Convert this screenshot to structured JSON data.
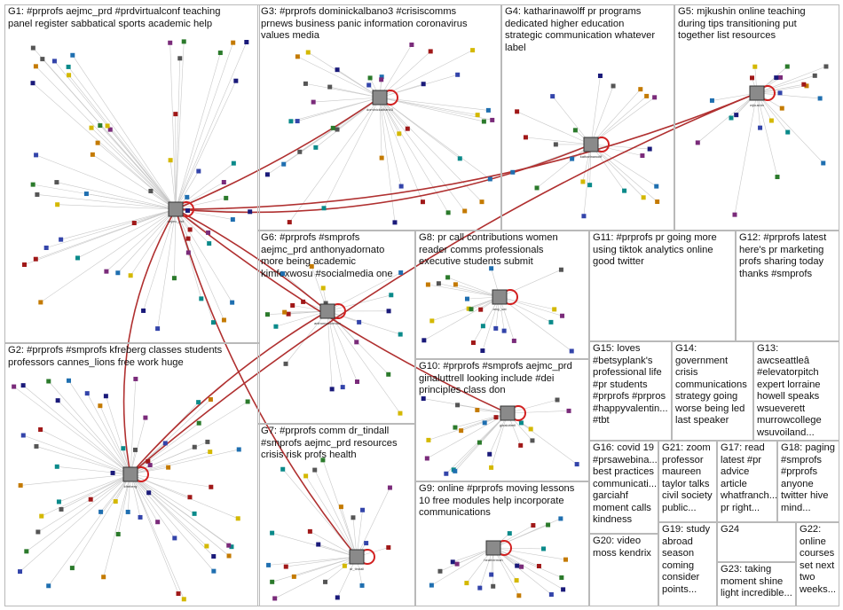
{
  "groups": [
    {
      "id": "g1",
      "label": "G1: #prprofs aejmc_prd #prdvirtualconf teaching\npanel register sabbatical sports academic help"
    },
    {
      "id": "g2",
      "label": "G2: #prprofs #smprofs kfreberg classes students\nprofessors cannes_lions free work huge"
    },
    {
      "id": "g3",
      "label": "G3: #prprofs dominickalbano3 #crisiscomms\nprnews business panic information coronavirus\nvalues media"
    },
    {
      "id": "g4",
      "label": "G4: katharinawolff pr programs\ndedicated higher education\nstrategic communication whatever\nlabel"
    },
    {
      "id": "g5",
      "label": "G5: mjkushin online teaching\nduring tips transitioning put\ntogether list resources"
    },
    {
      "id": "g6",
      "label": "G6: #prprofs #smprofs\naejmc_prd anthonyadornato\nmore being academic\nkimfoxwosu #socialmedia one"
    },
    {
      "id": "g7",
      "label": "G7: #prprofs comm dr_tindall\n#smprofs aejmc_prd resources\ncrisis risk profs health"
    },
    {
      "id": "g8",
      "label": "G8: pr call contributions women\nreader comms professionals\nexecutive students submit"
    },
    {
      "id": "g9",
      "label": "G9: online #prprofs moving lessons\n10 free modules help incorporate\ncommunications"
    },
    {
      "id": "g10",
      "label": "G10: #prprofs #smprofs aejmc_prd\nginaluttrell looking include #dei\nprinciples class don"
    },
    {
      "id": "g11",
      "label": "G11: #prprofs pr going more\nusing tiktok analytics online\ngood twitter"
    },
    {
      "id": "g12",
      "label": "G12: #prprofs latest\nhere's pr marketing\nprofs sharing today\nthanks #smprofs"
    },
    {
      "id": "g13",
      "label": "G13:\nawcseattleâ\n#elevatorpitch\nexpert lorraine\nhowell speaks\nwsueverett\nmurrowcollege\nwsuvoiland..."
    },
    {
      "id": "g14",
      "label": "G14:\ngovernment\ncrisis\ncommunications\nstrategy going\nworse being led\nlast speaker"
    },
    {
      "id": "g15",
      "label": "G15: loves\n#betsyplank's\nprofessional life\n#pr students\n#prprofs #prpros\n#happyvalentin...\n#tbt"
    },
    {
      "id": "g16",
      "label": "G16: covid 19\n#prsawebina...\nbest practices\ncommunicati...\ngarciahf\nmoment calls\nkindness"
    },
    {
      "id": "g17",
      "label": "G17: read\nlatest #pr\nadvice\narticle\nwhatfranch...\npr right..."
    },
    {
      "id": "g18",
      "label": "G18: paging\n#smprofs\n#prprofs\nanyone\ntwitter hive\nmind..."
    },
    {
      "id": "g19",
      "label": "G19: study\nabroad\nseason\ncoming\nconsider\npoints..."
    },
    {
      "id": "g20",
      "label": "G20: video\nmoss kendrix"
    },
    {
      "id": "g21",
      "label": "G21: zoom\nprofessor\nmaureen\ntaylor talks\ncivil society\npublic..."
    },
    {
      "id": "g22",
      "label": "G22:\nonline\ncourses\nset next\ntwo\nweeks..."
    },
    {
      "id": "g23",
      "label": "G23: taking\nmoment shine\nlight incredible..."
    },
    {
      "id": "g24",
      "label": "G24"
    }
  ],
  "nodes": [
    {
      "label": "aejmc_prd",
      "group": "g1"
    },
    {
      "label": "dominickalbano3",
      "group": "g3"
    },
    {
      "label": "katharinawolff",
      "group": "g4"
    },
    {
      "label": "mjkushin",
      "group": "g5"
    },
    {
      "label": "kfreberg",
      "group": "g2"
    },
    {
      "label": "anthonyadornato",
      "group": "g6"
    },
    {
      "label": "dr_tindall",
      "group": "g7"
    },
    {
      "label": "ginaluttrell",
      "group": "g10"
    },
    {
      "label": "amy_sat",
      "group": "g8"
    },
    {
      "label": "heatherman",
      "group": "g9"
    }
  ],
  "colors": {
    "edge_gray": "#c8c8c8",
    "edge_strong": "#b03030",
    "node_red": "#d22020",
    "border": "#b9b9b9"
  }
}
